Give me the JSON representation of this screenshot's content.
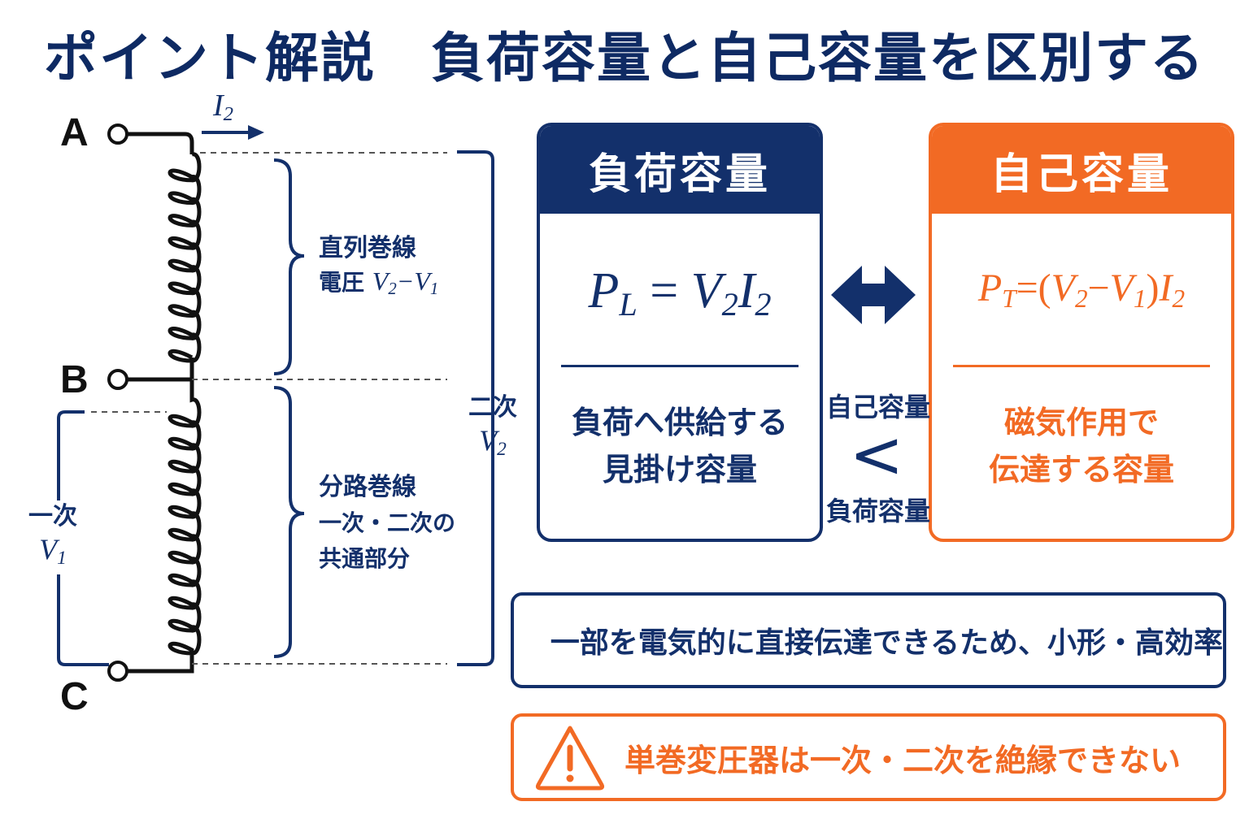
{
  "title": "ポイント解説　負荷容量と自己容量を区別する",
  "terminals": {
    "a": "A",
    "b": "B",
    "c": "C"
  },
  "current_label": {
    "base": "I",
    "sub": "2"
  },
  "series_winding": {
    "title": "直列巻線",
    "voltage_prefix": "電圧",
    "v2": "V",
    "v2_sub": "2",
    "minus": "−",
    "v1": "V",
    "v1_sub": "1"
  },
  "common_winding": {
    "title": "分路巻線",
    "line2": "一次・二次の",
    "line3": "共通部分"
  },
  "secondary": {
    "label": "二次",
    "var": "V",
    "sub": "2"
  },
  "primary": {
    "label": "一次",
    "var": "V",
    "sub": "1"
  },
  "load_card": {
    "header": "負荷容量",
    "formula": {
      "p": "P",
      "p_sub": "L",
      "eq": "=",
      "v": "V",
      "v_sub": "2",
      "i": "I",
      "i_sub": "2"
    },
    "desc_line1": "負荷へ供給する",
    "desc_line2": "見掛け容量"
  },
  "self_card": {
    "header": "自己容量",
    "formula": {
      "p": "P",
      "p_sub": "T",
      "eq": "=",
      "lparen": "(",
      "v2": "V",
      "v2_sub": "2",
      "minus": "−",
      "v1": "V",
      "v1_sub": "1",
      "rparen": ")",
      "i": "I",
      "i_sub": "2"
    },
    "desc_line1": "磁気作用で",
    "desc_line2": "伝達する容量"
  },
  "comparison": {
    "top": "自己容量",
    "symbol": "<",
    "bottom": "負荷容量"
  },
  "tip": {
    "icon": "lightbulb-icon",
    "text": "一部を電気的に直接伝達できるため、小形・高効率"
  },
  "warning": {
    "icon": "warning-icon",
    "text": "単巻変圧器は一次・二次を絶縁できない"
  },
  "colors": {
    "navy": "#13306b",
    "orange": "#f26a24",
    "dark": "#111111"
  }
}
